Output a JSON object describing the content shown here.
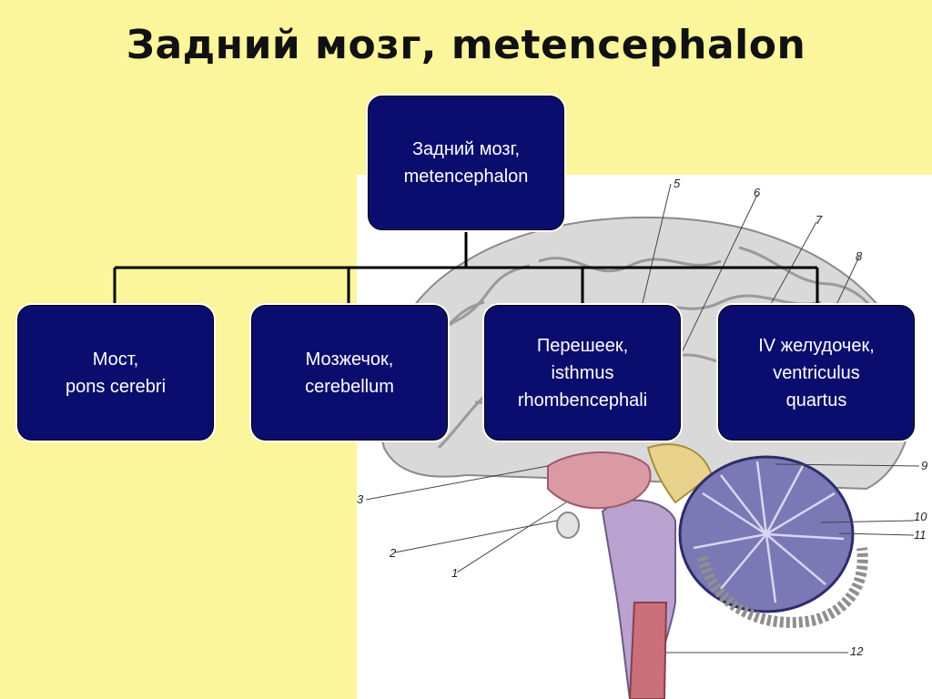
{
  "title": "Задний мозг, metencephalon",
  "root": {
    "line1": "Задний мозг,",
    "line2": "metencephalon"
  },
  "children": [
    {
      "line1": "Мост,",
      "line2": "pons cerebri"
    },
    {
      "line1": "Мозжечок,",
      "line2": "cerebellum"
    },
    {
      "line1": "Перешеек,",
      "line2": "isthmus",
      "line3": "rhombencephali"
    },
    {
      "line1": "IV желудочек,",
      "line2": "ventriculus",
      "line3": "quartus"
    }
  ],
  "figure_labels": [
    "1",
    "2",
    "3",
    "5",
    "6",
    "7",
    "8",
    "9",
    "10",
    "11",
    "12"
  ],
  "colors": {
    "background": "#fbf59b",
    "box": "#0b0d6e",
    "box_text": "#ffffff"
  }
}
